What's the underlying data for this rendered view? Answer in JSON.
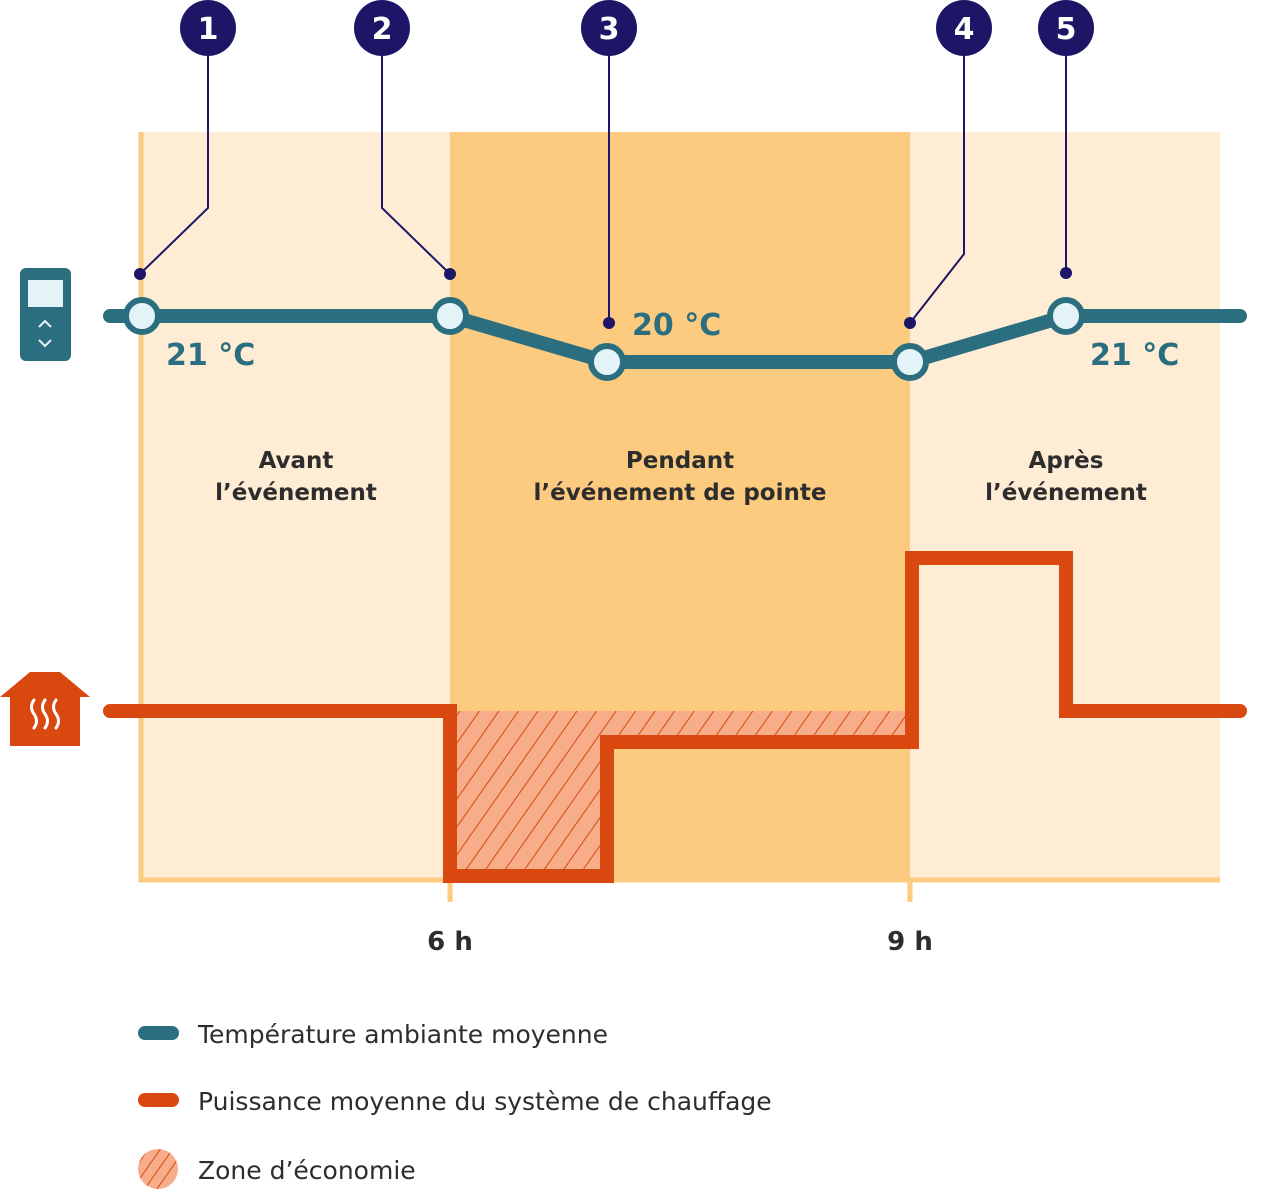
{
  "markers": [
    {
      "number": "1"
    },
    {
      "number": "2"
    },
    {
      "number": "3"
    },
    {
      "number": "4"
    },
    {
      "number": "5"
    }
  ],
  "phases": {
    "before": {
      "line1": "Avant",
      "line2": "l’événement"
    },
    "during": {
      "line1": "Pendant",
      "line2": "l’événement de pointe"
    },
    "after": {
      "line1": "Après",
      "line2": "l’événement"
    }
  },
  "temperatures": {
    "before": "21 °C",
    "during": "20 °C",
    "after": "21 °C"
  },
  "time_labels": {
    "start_peak": "6 h",
    "end_peak": "9 h"
  },
  "icons": {
    "thermostat": "thermostat-icon",
    "heating": "house-heating-icon"
  },
  "legend": {
    "temperature": "Température ambiante moyenne",
    "power": "Puissance moyenne du système de chauffage",
    "savings": "Zone d’économie"
  },
  "colors": {
    "temperature_line": "#2b6e80",
    "power_line": "#d9480f",
    "marker_fill": "#1d1667",
    "peak_zone": "#fccb80",
    "off_peak_zone": "#feecd5",
    "savings_fill": "#f8ad8a",
    "text": "#2d2d2d"
  }
}
